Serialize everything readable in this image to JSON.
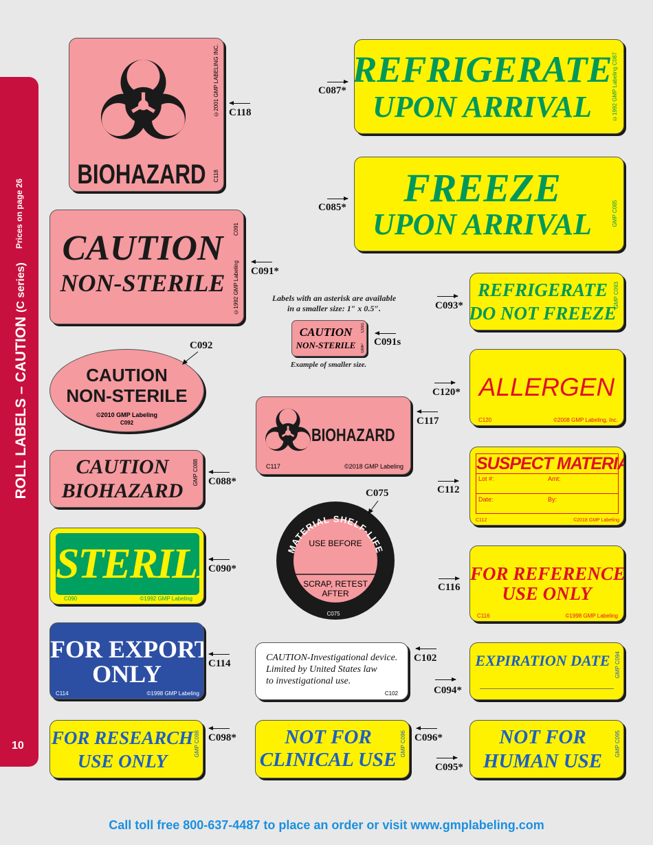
{
  "sidebar": {
    "title": "ROLL LABELS – CAUTION",
    "subtitle": "(C series)",
    "prices": "Prices on page 26",
    "page_number": "10"
  },
  "colors": {
    "sidebar": "#c8103e",
    "pink": "#f59a9f",
    "yellow": "#fff200",
    "green": "#00985a",
    "red": "#e0102a",
    "blue": "#1d5fc4",
    "navy": "#2d4fa3",
    "footer": "#1a8fe0"
  },
  "note": {
    "line1": "Labels with an asterisk are available",
    "line2": "in a smaller size: 1″ x 0.5″.",
    "example": "Example of smaller size."
  },
  "labels": {
    "c118": {
      "text": "BIOHAZARD",
      "side_top": "©2001 GMP LABELING INC.",
      "side_bottom": "C118",
      "callout": "C118",
      "icon": "biohazard-icon"
    },
    "c087": {
      "line1": "REFRIGERATE",
      "line2": "UPON ARRIVAL",
      "side": "©1992 GMP Labeling   C087",
      "callout": "C087*"
    },
    "c085": {
      "line1": "FREEZE",
      "line2": "UPON ARRIVAL",
      "side": "GMP   C085",
      "callout": "C085*"
    },
    "c091": {
      "line1": "CAUTION",
      "line2": "NON-STERILE",
      "side_top": "C091",
      "side_bottom": "©1992 GMP Labeling",
      "callout": "C091*"
    },
    "c091s": {
      "line1": "CAUTION",
      "line2": "NON-STERILE",
      "side_top": "C091",
      "side_bottom": "GMP",
      "callout": "C091s"
    },
    "c093": {
      "line1": "REFRIGERATE",
      "line2": "DO NOT FREEZE",
      "side": "GMP   C093",
      "callout": "C093*"
    },
    "c092": {
      "line1": "CAUTION",
      "line2": "NON-STERILE",
      "copyright": "©2010 GMP Labeling",
      "code": "C092",
      "callout": "C092"
    },
    "c120": {
      "text": "ALLERGEN",
      "code": "C120",
      "copyright": "©2008 GMP Labeling, Inc.",
      "callout": "C120*"
    },
    "c117": {
      "text": "BIOHAZARD",
      "code": "C117",
      "copyright": "©2018 GMP Labeling",
      "callout": "C117",
      "icon": "biohazard-icon"
    },
    "c088": {
      "line1": "CAUTION",
      "line2": "BIOHAZARD",
      "side": "GMP   C088",
      "callout": "C088*"
    },
    "c112": {
      "title": "SUSPECT MATERIAL",
      "lot": "Lot #:",
      "amt": "Amt:",
      "date": "Date:",
      "by": "By:",
      "code": "C112",
      "copyright": "©2018 GMP Labeling",
      "callout": "C112"
    },
    "c075": {
      "arc": "MATERIAL SHELF-LIFE",
      "top": "USE BEFORE",
      "bottom1": "SCRAP, RETEST",
      "bottom2": "AFTER",
      "code": "C075",
      "callout": "C075"
    },
    "c090": {
      "text": "STERILE",
      "code": "C090",
      "copyright": "©1992 GMP Labeling",
      "callout": "C090*"
    },
    "c116": {
      "line1": "FOR REFERENCE",
      "line2": "USE ONLY",
      "code": "C116",
      "copyright": "©1998 GMP Labeling",
      "callout": "C116"
    },
    "c114": {
      "line1": "FOR EXPORT",
      "line2": "ONLY",
      "code": "C114",
      "copyright": "©1998 GMP Labeling",
      "callout": "C114"
    },
    "c102": {
      "line1": "CAUTION-Investigational device.",
      "line2": "Limited by United States law",
      "line3": "to investigational use.",
      "code": "C102",
      "callout": "C102"
    },
    "c094": {
      "text": "EXPIRATION DATE",
      "side": "GMP   C094",
      "callout": "C094*"
    },
    "c098": {
      "line1": "FOR RESEARCH",
      "line2": "USE ONLY",
      "side": "GMP   C098",
      "callout": "C098*"
    },
    "c096": {
      "line1": "NOT FOR",
      "line2": "CLINICAL USE",
      "side": "GMP   C096",
      "callout": "C096*"
    },
    "c095": {
      "line1": "NOT FOR",
      "line2": "HUMAN USE",
      "side": "GMP   C095",
      "callout": "C095*"
    }
  },
  "footer": "Call toll free 800-637-4487 to place an order or visit www.gmplabeling.com"
}
